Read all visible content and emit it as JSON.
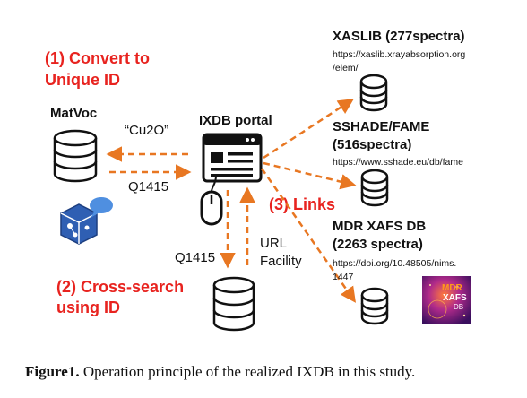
{
  "colors": {
    "accent_red": "#e8231f",
    "arrow_orange": "#e87722",
    "ink": "#111111",
    "icon_blue": "#2f5fb3",
    "bubble_blue": "#4f8fe0",
    "mdr_purple": "#7a2aa6",
    "mdr_orange": "#ff9a1a"
  },
  "steps": {
    "convert_line1": "(1) Convert to",
    "convert_line2": "Unique ID",
    "cross_line1": "(2) Cross-search",
    "cross_line2": "using ID",
    "links": "(3) Links"
  },
  "nodes": {
    "matvoc": "MatVoc",
    "portal": "IXDB portal",
    "query_formula": "“Cu2O”",
    "query_id_top": "Q1415",
    "query_id_bottom": "Q1415",
    "url_label": "URL",
    "facility_label": "Facility"
  },
  "databases": [
    {
      "name_line1": "XASLIB (277spectra)",
      "name_line2": "",
      "url_line1": "https://xaslib.xrayabsorption.org",
      "url_line2": "/elem/"
    },
    {
      "name_line1": "SSHADE/FAME",
      "name_line2": "(516spectra)",
      "url_line1": "https://www.sshade.eu/db/fame",
      "url_line2": ""
    },
    {
      "name_line1": "MDR XAFS DB",
      "name_line2": "(2263 spectra)",
      "url_line1": "https://doi.org/10.48505/nims.",
      "url_line2": "1447"
    }
  ],
  "mdr_logo": {
    "line1": "MDR",
    "line2": "XAFS",
    "line3": "DB"
  },
  "icons": {
    "matvoc_db": "database-icon",
    "matvoc_logo": "matvoc-logo-icon",
    "portal": "browser-window-icon",
    "mouse": "mouse-icon",
    "search_db": "database-icon"
  },
  "caption": {
    "bold": "Figure1.",
    "text": " Operation principle of the realized IXDB in this study."
  }
}
